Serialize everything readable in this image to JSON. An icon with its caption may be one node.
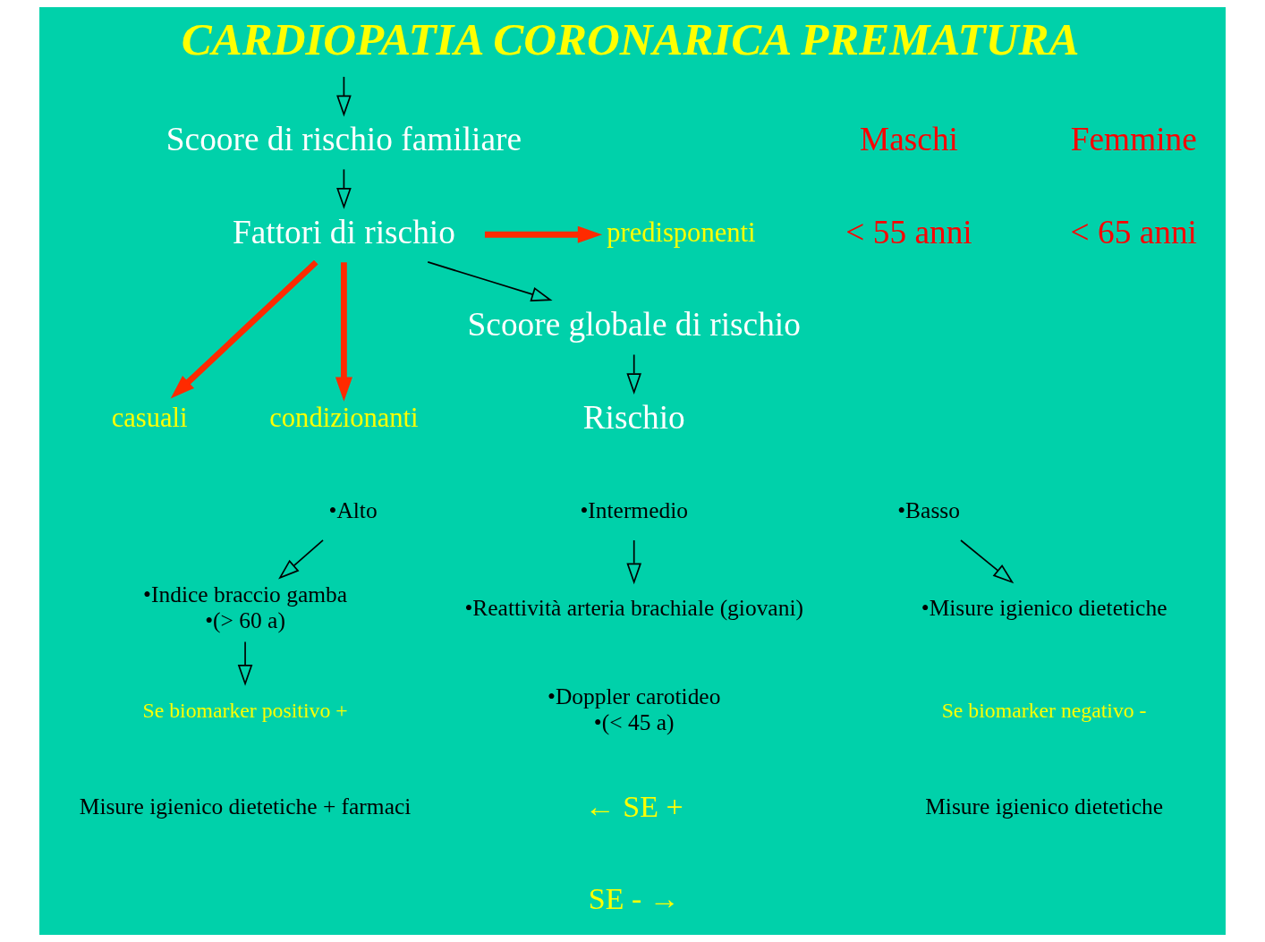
{
  "diagram": {
    "title": "CARDIOPATIA CORONARICA PREMATURA",
    "nodes": [
      {
        "text": [
          "Scoore di rischio familiare"
        ]
      },
      {
        "text": [
          "Fattori di rischio"
        ]
      },
      {
        "text": [
          "casuali"
        ]
      },
      {
        "text": [
          "predisponenti"
        ]
      },
      {
        "text": [
          "condizionanti"
        ]
      },
      {
        "text": [
          "Scoore globale di rischio"
        ]
      },
      {
        "text": [
          "Rischio"
        ]
      },
      {
        "text": [
          "•Alto"
        ]
      },
      {
        "text": [
          "•Intermedio"
        ]
      },
      {
        "text": [
          "•Basso"
        ]
      },
      {
        "text": [
          "•Misure igienico dietetiche"
        ]
      },
      {
        "text": [
          "•Indice braccio gamba",
          "•(> 60 a)"
        ]
      },
      {
        "text": [
          "•Reattività arteria brachiale (giovani)"
        ]
      },
      {
        "text": [
          "•Doppler carotideo",
          "•(< 45 a)"
        ]
      },
      {
        "text": [
          "Se biomarker positivo +"
        ]
      },
      {
        "text": [
          "Misure igienico dietetiche + farmaci"
        ]
      },
      {
        "text": [
          "Se biomarker negativo -"
        ]
      },
      {
        "text": [
          "Misure igienico dietetiche"
        ]
      }
    ],
    "edges": [
      {
        "from": null,
        "to": 0,
        "arrow": "to"
      },
      {
        "from": 0,
        "to": 1,
        "arrow": "to"
      },
      {
        "from": 1,
        "to": 2,
        "arrow": "to",
        "style": "thick",
        "color": "#ff2a00"
      },
      {
        "from": 1,
        "to": 3,
        "arrow": "to",
        "style": "thick",
        "color": "#ff2a00"
      },
      {
        "from": 1,
        "to": 4,
        "arrow": "to",
        "style": "thick",
        "color": "#ff2a00"
      },
      {
        "from": 1,
        "to": 5,
        "arrow": "to"
      },
      {
        "from": 5,
        "to": 6,
        "arrow": "to"
      },
      {
        "from": 7,
        "to": 11,
        "arrow": "to"
      },
      {
        "from": 8,
        "to": 12,
        "arrow": "to"
      },
      {
        "from": 9,
        "to": 10,
        "arrow": "to"
      },
      {
        "from": 11,
        "to": 14,
        "arrow": "to"
      }
    ],
    "labels": [
      "Maschi",
      "< 55 anni",
      "Femmine",
      "< 65 anni",
      "← SE +",
      "SE - →"
    ]
  }
}
